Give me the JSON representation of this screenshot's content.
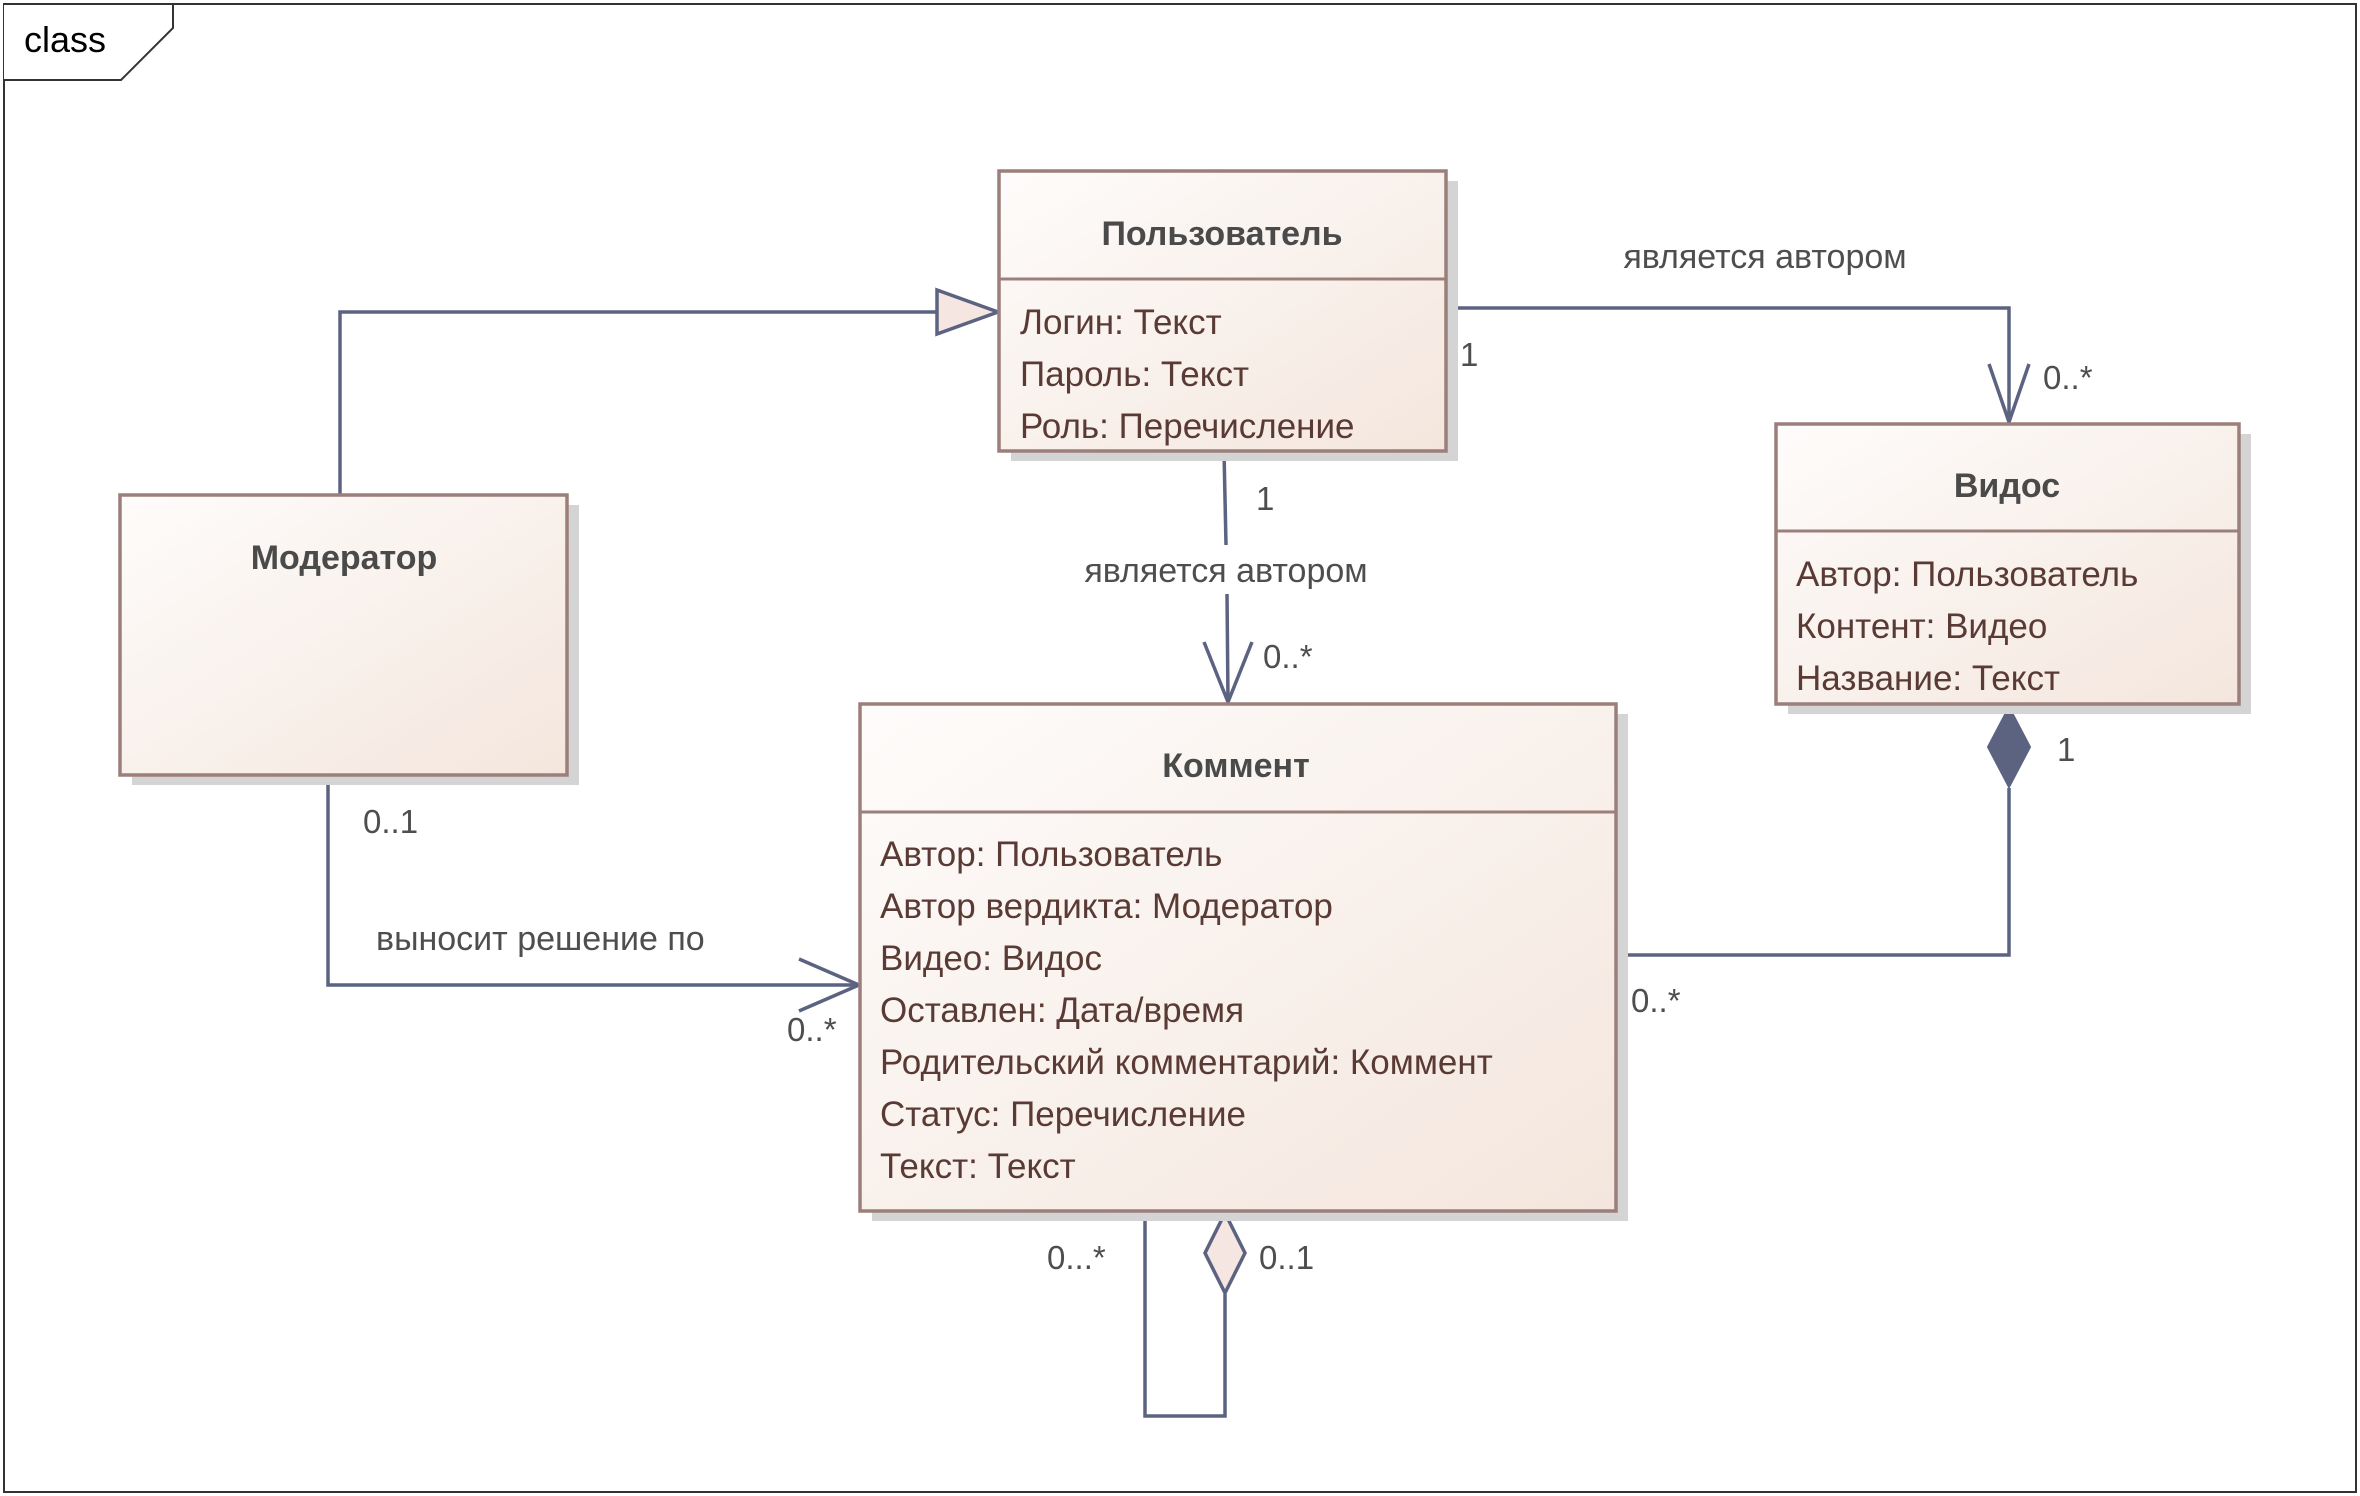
{
  "frame": {
    "title": "class"
  },
  "classes": {
    "user": {
      "name": "Пользователь",
      "attributes": [
        "Логин: Текст",
        "Пароль: Текст",
        "Роль: Перечисление"
      ]
    },
    "moderator": {
      "name": "Модератор"
    },
    "video": {
      "name": "Видос",
      "attributes": [
        "Автор: Пользователь",
        "Контент: Видео",
        "Название: Текст"
      ]
    },
    "comment": {
      "name": "Коммент",
      "attributes": [
        "Автор: Пользователь",
        "Автор вердикта: Модератор",
        "Видео: Видос",
        "Оставлен: Дата/время",
        "Родительский комментарий: Коммент",
        "Статус: Перечисление",
        "Текст: Текст"
      ]
    }
  },
  "relations": {
    "user_video": {
      "label": "является автором",
      "source_mult": "1",
      "target_mult": "0..*"
    },
    "user_comment": {
      "label": "является автором",
      "source_mult": "1",
      "target_mult": "0..*"
    },
    "moderator_comment": {
      "label": "выносит решение по",
      "source_mult": "0..1",
      "target_mult": "0..*"
    },
    "video_comment": {
      "source_mult": "1",
      "target_mult": "0..*"
    },
    "comment_self": {
      "source_mult": "0...*",
      "target_mult": "0..1"
    },
    "moderator_user": {
      "type": "generalization"
    }
  },
  "colors": {
    "line": "#5c6380",
    "box_border": "#9b7f7a",
    "box_fill_light": "#fdfaf8",
    "box_fill_dark": "#f4e6dd",
    "shadow": "#d4d4d4"
  }
}
